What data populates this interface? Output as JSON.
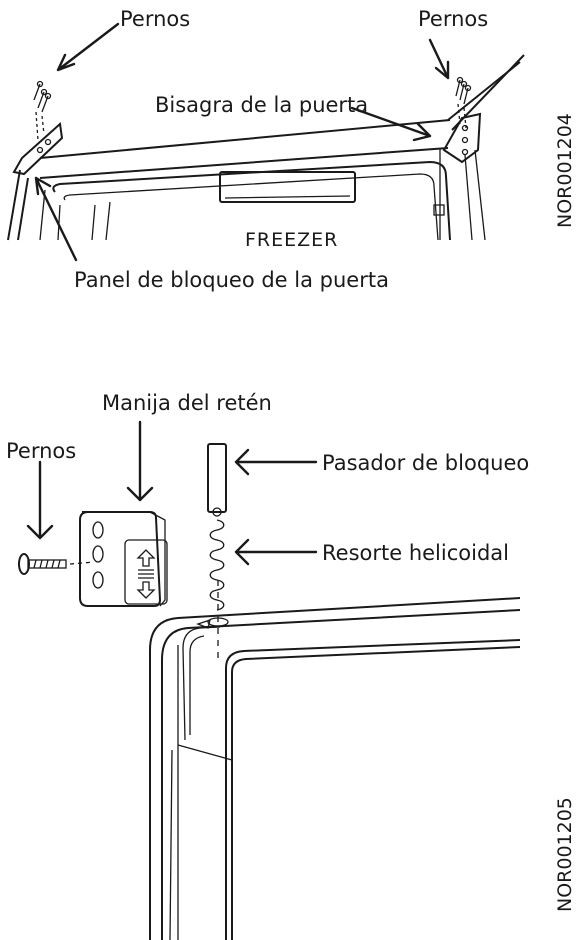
{
  "figure_top": {
    "labels": {
      "pernos_left": "Pernos",
      "pernos_right": "Pernos",
      "bisagra": "Bisagra de la puerta",
      "panel_bloqueo": "Panel de bloqueo de la puerta",
      "freezer_badge": "FREEZER"
    },
    "figure_code": "NOR001204"
  },
  "figure_bottom": {
    "labels": {
      "manija": "Manija del retén",
      "pernos": "Pernos",
      "pasador": "Pasador de bloqueo",
      "resorte": "Resorte helicoidal"
    },
    "figure_code": "NOR001205"
  }
}
